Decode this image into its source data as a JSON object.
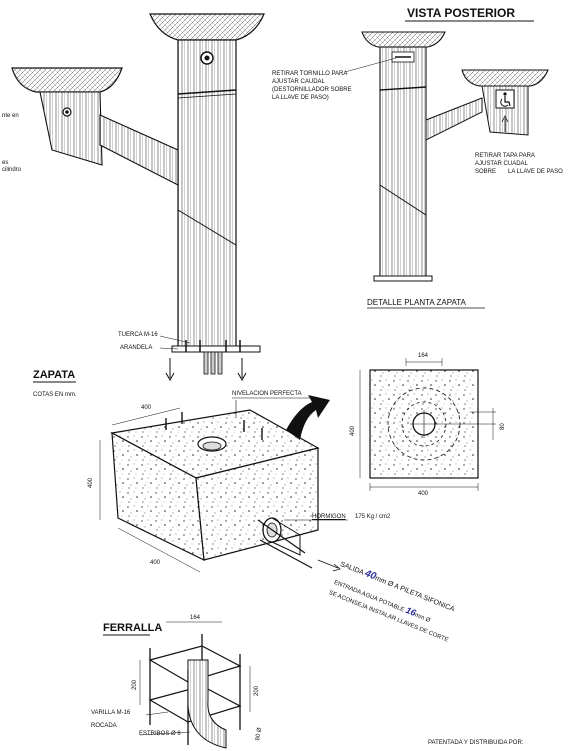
{
  "headings": {
    "vista_posterior": "VISTA POSTERIOR",
    "zapata": "ZAPATA",
    "ferralla": "FERRALLA",
    "detalle_planta": "DETALLE PLANTA ZAPATA"
  },
  "left_fragments": {
    "frag1": "nte en",
    "frag2": "es",
    "frag3": "cilindro"
  },
  "rear_view": {
    "retirar_tornillo": [
      "RETIRAR TORNILLO PARA",
      "AJUSTAR CAUDAL",
      "(DESTORNILLADOR SOBRE",
      "LA LLAVE DE PASO)"
    ],
    "retirar_tapa": [
      "RETIRAR TAPA PARA",
      "AJUSTAR CUADAL"
    ],
    "sobre": "SOBRE",
    "llave_de_paso": "LA LLAVE DE PASO"
  },
  "front_view": {
    "tuerca": "TUERCA M-16",
    "arandela": "ARANDELA"
  },
  "zapata_section": {
    "cotas": "COTAS EN mm.",
    "nivelacion": "NIVELACION PERFECTA",
    "dim_top": "400",
    "dim_left": "400",
    "dim_bottom": "400",
    "hormigon": "HORMIGON",
    "hormigon_spec": "175 Kg / cm2",
    "salida_pre": "SALIDA",
    "salida_num": "40",
    "salida_post": "mm Ø A PILETA SIFONICA",
    "entrada_pre": "ENTRADA AGUA POTABLE",
    "entrada_num": "16",
    "entrada_post": "mm Ø",
    "aconseja": "SE ACONSEJA INSTALAR LLAVES DE CORTE"
  },
  "planta": {
    "dim_top": "164",
    "dim_left": "400",
    "dim_right": "80",
    "dim_bottom": "400"
  },
  "ferralla_section": {
    "dim_top": "164",
    "dim_left": "200",
    "dim_right": "200",
    "varilla": "VARILLA M-16",
    "rocada": "ROCADA",
    "estribos": "ESTRIBOS Ø 6",
    "dim_80": "80 Ø"
  },
  "footer": {
    "patentada": "PATENTADA Y DISTRIBUIDA POR:"
  },
  "icons": {
    "accessibility": "wheelchair-icon"
  }
}
